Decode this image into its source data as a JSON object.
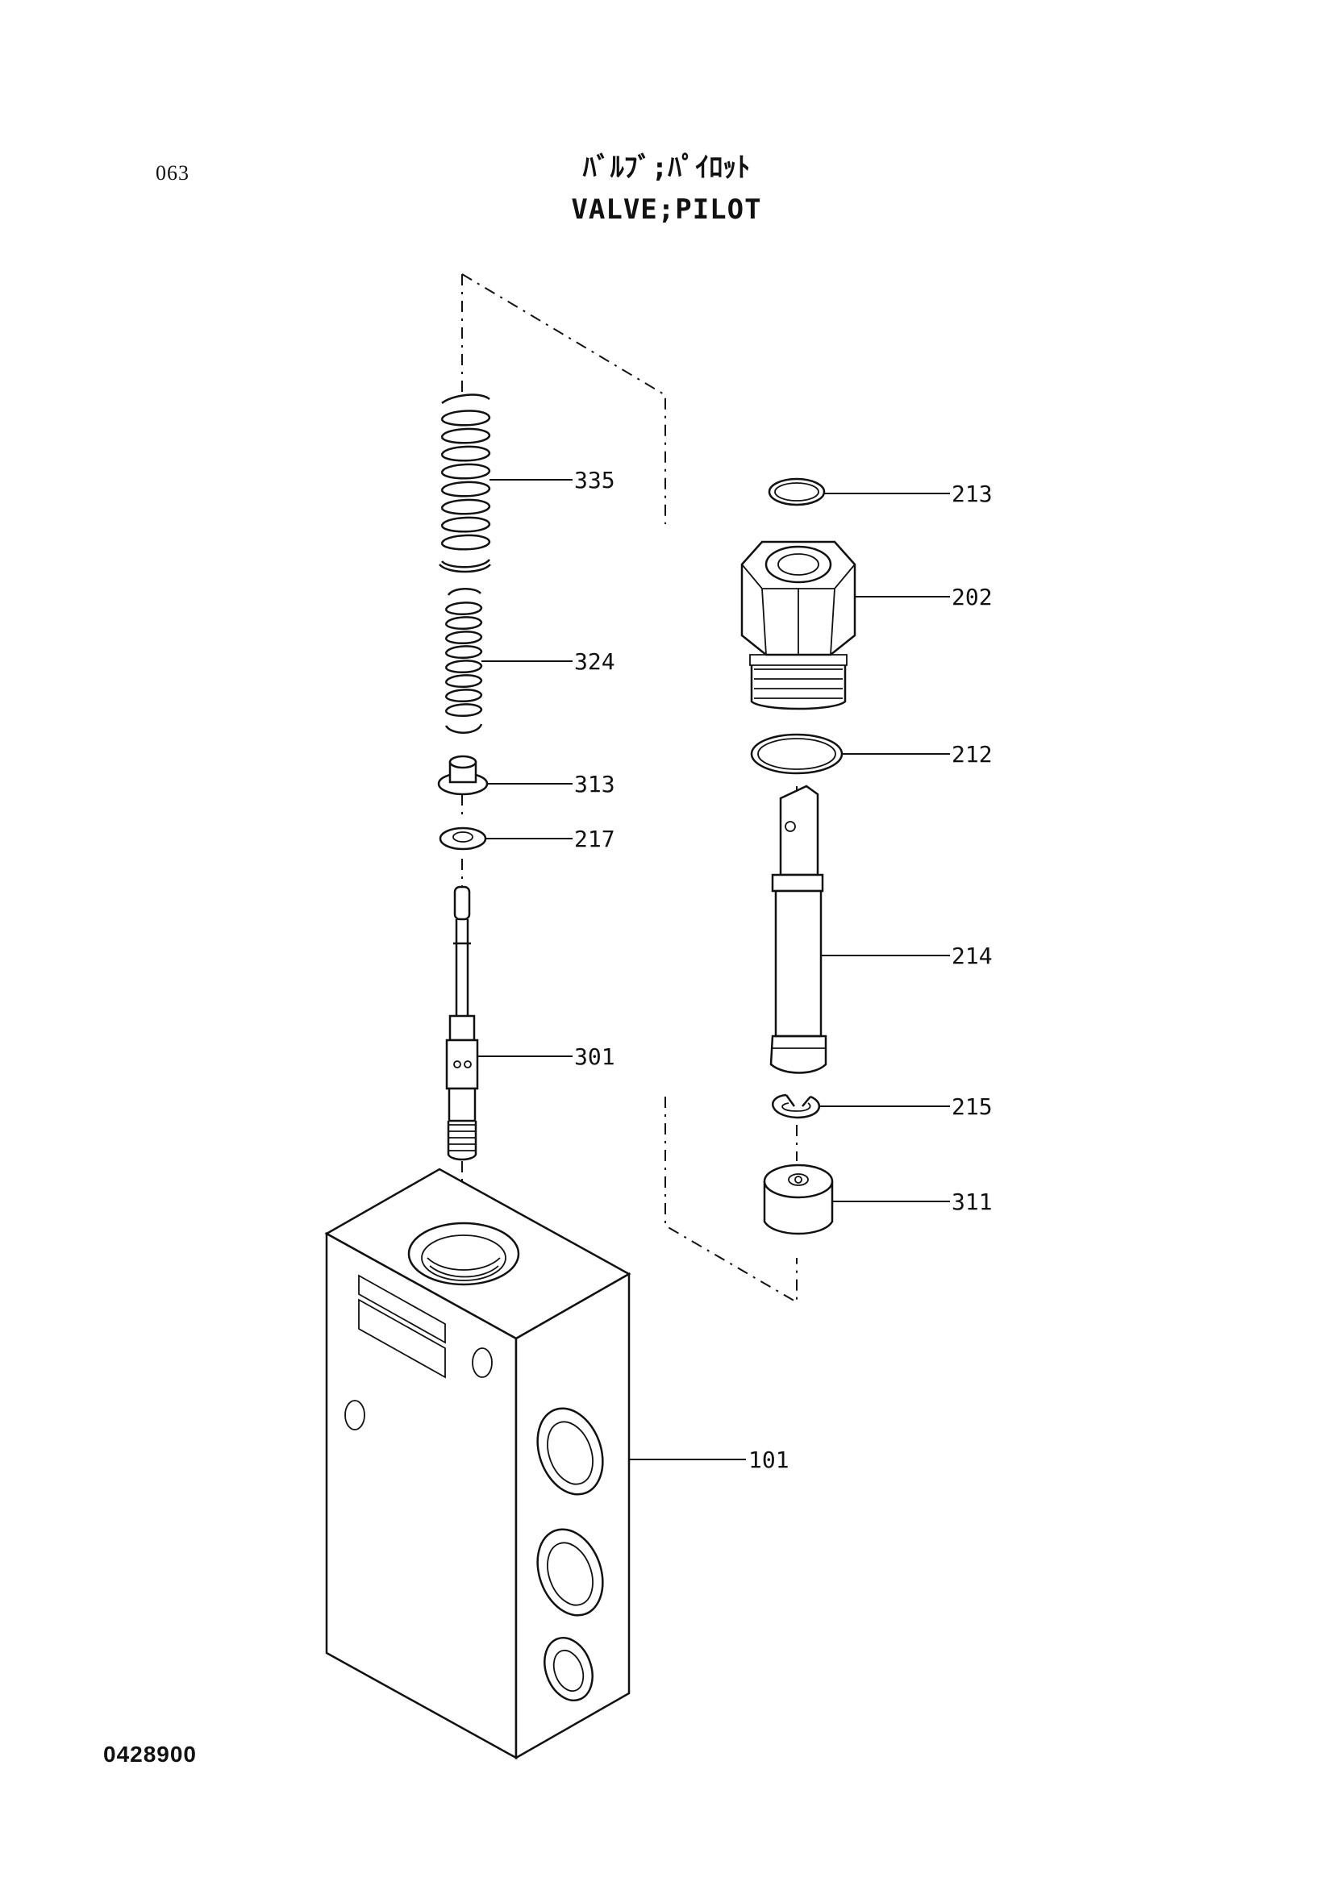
{
  "header": {
    "page_number": "063",
    "title_jp": "ﾊﾞﾙﾌﾞ;ﾊﾟｲﾛｯﾄ",
    "title_en": "VALVE;PILOT"
  },
  "footer": {
    "drawing_code": "0428900"
  },
  "callouts": [
    {
      "id": "335",
      "label": "335"
    },
    {
      "id": "324",
      "label": "324"
    },
    {
      "id": "313",
      "label": "313"
    },
    {
      "id": "217",
      "label": "217"
    },
    {
      "id": "301",
      "label": "301"
    },
    {
      "id": "213",
      "label": "213"
    },
    {
      "id": "202",
      "label": "202"
    },
    {
      "id": "212",
      "label": "212"
    },
    {
      "id": "214",
      "label": "214"
    },
    {
      "id": "215",
      "label": "215"
    },
    {
      "id": "311",
      "label": "311"
    },
    {
      "id": "101",
      "label": "101"
    }
  ]
}
